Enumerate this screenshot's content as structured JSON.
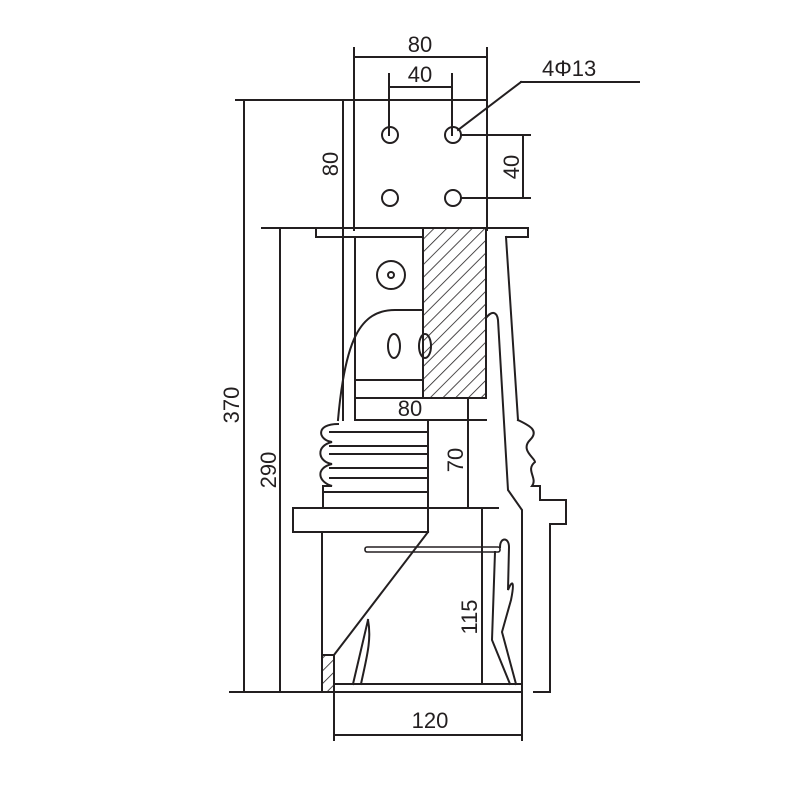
{
  "drawing": {
    "type": "technical-dimension-drawing",
    "subject": "contact box / insulator cross-section",
    "line_color": "#231f20",
    "background": "#ffffff"
  },
  "dimensions": {
    "top_width": "80",
    "hole_spacing_h": "40",
    "hole_spec": "4Φ13",
    "plate_height": "80",
    "hole_spacing_v": "40",
    "overall_height": "370",
    "body_height": "290",
    "inner_width": "80",
    "step_height": "70",
    "lower_height": "115",
    "base_width": "120"
  }
}
